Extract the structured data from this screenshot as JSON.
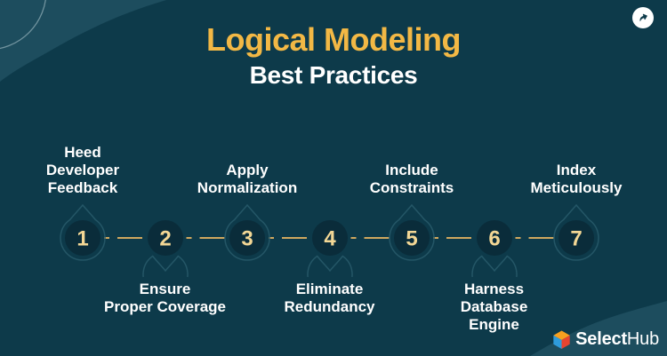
{
  "header": {
    "title": "Logical Modeling",
    "subtitle": "Best Practices"
  },
  "share": {
    "icon": "share-arrow-icon"
  },
  "steps": [
    {
      "number": "1",
      "label": "Heed\nDeveloper\nFeedback",
      "label_position": "above"
    },
    {
      "number": "2",
      "label": "Ensure\nProper Coverage",
      "label_position": "below"
    },
    {
      "number": "3",
      "label": "Apply\nNormalization",
      "label_position": "above"
    },
    {
      "number": "4",
      "label": "Eliminate\nRedundancy",
      "label_position": "below"
    },
    {
      "number": "5",
      "label": "Include\nConstraints",
      "label_position": "above"
    },
    {
      "number": "6",
      "label": "Harness\nDatabase\nEngine",
      "label_position": "below"
    },
    {
      "number": "7",
      "label": "Index\nMeticulously",
      "label_position": "above"
    }
  ],
  "branding": {
    "logo_bold": "Select",
    "logo_light": "Hub",
    "logo_icon": "selecthub-cube-icon"
  },
  "colors": {
    "bg": "#0D3A4A",
    "bg_accent": "#1D4D5E",
    "title_gold": "#F2B845",
    "number_gold": "#F3D795",
    "line_gold": "#CFA75F",
    "node_fill": "#0A2C3A",
    "node_ring": "#245666",
    "text_white": "#FFFFFF",
    "logo_orange": "#F6A01F",
    "logo_blue": "#2E9BDB",
    "logo_red": "#E64430"
  }
}
